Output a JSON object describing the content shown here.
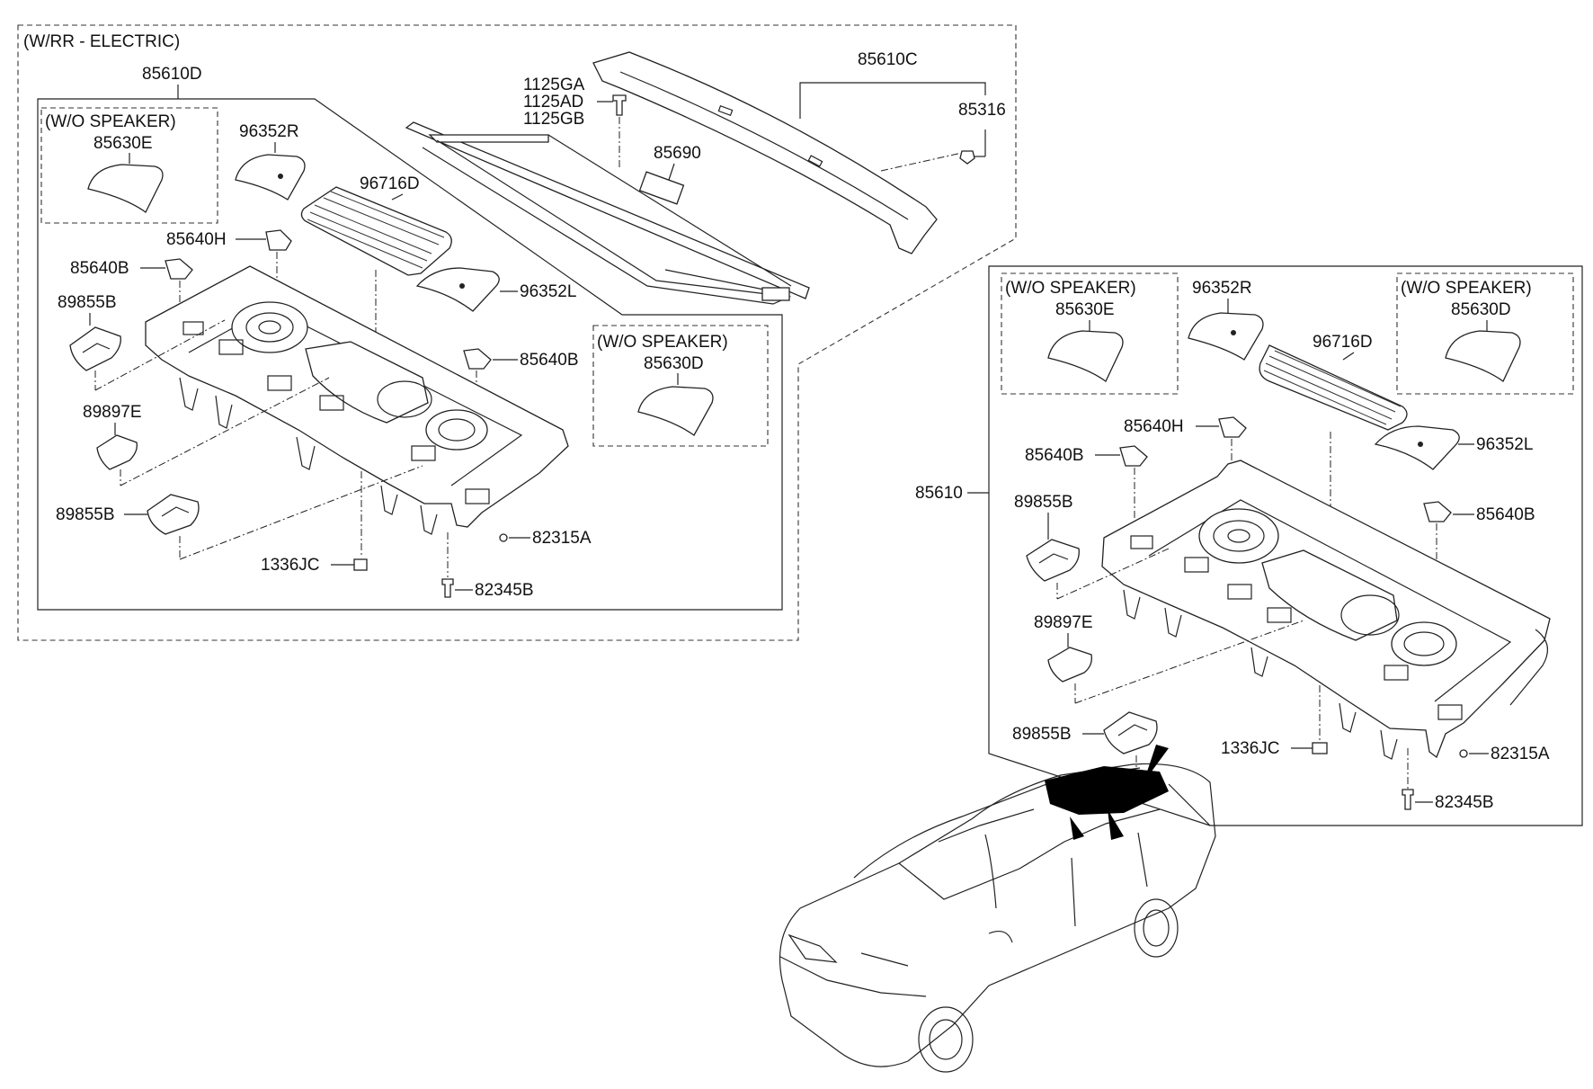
{
  "left_group": {
    "title": "(W/RR - ELECTRIC)",
    "assembly": "85610D",
    "wo_speaker_a": {
      "title": "(W/O SPEAKER)",
      "part": "85630E"
    },
    "wo_speaker_b": {
      "title": "(W/O SPEAKER)",
      "part": "85630D"
    },
    "labels": {
      "p96352r": "96352R",
      "p96716d": "96716D",
      "p85640h": "85640H",
      "p85640b_top": "85640B",
      "p89855b_top": "89855B",
      "p96352l": "96352L",
      "p85640b_right": "85640B",
      "p89897e": "89897E",
      "p89855b_bottom": "89855B",
      "p82315a": "82315A",
      "p1336jc": "1336JC",
      "p82345b": "82345B",
      "p1125ga": "1125GA",
      "p1125ad": "1125AD",
      "p1125gb": "1125GB",
      "p85690": "85690",
      "p85610c": "85610C",
      "p85316": "85316"
    }
  },
  "right_group": {
    "assembly": "85610",
    "wo_speaker_a": {
      "title": "(W/O SPEAKER)",
      "part": "85630E"
    },
    "wo_speaker_b": {
      "title": "(W/O SPEAKER)",
      "part": "85630D"
    },
    "labels": {
      "p96352r": "96352R",
      "p96716d": "96716D",
      "p85640h": "85640H",
      "p96352l": "96352L",
      "p85640b_left": "85640B",
      "p89855b_top": "89855B",
      "p85640b_right": "85640B",
      "p89897e": "89897E",
      "p89855b_bottom": "89855B",
      "p1336jc": "1336JC",
      "p82315a": "82315A",
      "p82345b": "82345B"
    }
  }
}
